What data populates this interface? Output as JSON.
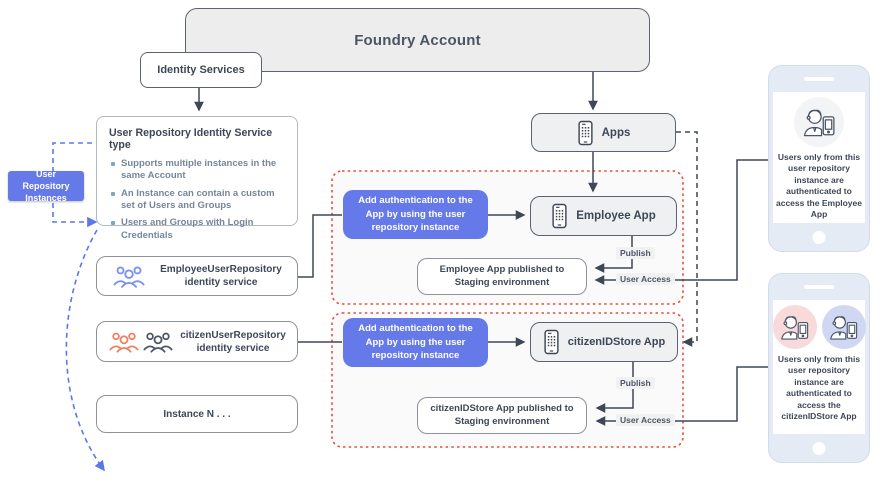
{
  "diagram": {
    "nodes": {
      "foundry_account": {
        "label": "Foundry Account"
      },
      "identity_services": {
        "label": "Identity Services"
      },
      "user_repo_type": {
        "title": "User Repository Identity Service type",
        "bullets": [
          "Supports multiple instances in the same Account",
          "An Instance can contain a custom set of Users and Groups",
          "Users and Groups with Login Credentials"
        ]
      },
      "user_repo_instances_tag": {
        "label": "User Repository Instances"
      },
      "apps": {
        "label": "Apps"
      },
      "employee_user_repository": {
        "label": "EmployeeUserRepository identity service"
      },
      "citizen_user_repository": {
        "label": "citizenUserRepository identity service"
      },
      "instance_n": {
        "label": "Instance N . . ."
      },
      "add_auth_employee": {
        "label": "Add authentication to the App by using the user repository instance"
      },
      "add_auth_citizen": {
        "label": "Add authentication to the App by using the user repository instance"
      },
      "employee_app": {
        "label": "Employee App"
      },
      "citizen_app": {
        "label": "citizenIDStore App"
      },
      "employee_published": {
        "label": "Employee App published to Staging environment"
      },
      "citizen_published": {
        "label": "citizenIDStore App published to Staging environment"
      },
      "phone_employee": {
        "text": "Users only from this user repository instance are authenticated to access the Employee App"
      },
      "phone_citizen": {
        "text": "Users only from this user repository instance are authenticated to access the citizenIDStore App"
      }
    },
    "edge_labels": {
      "publish_employee": "Publish",
      "user_access_employee": "User Access",
      "publish_citizen": "Publish",
      "user_access_citizen": "User Access"
    },
    "icons": {
      "smartphone": "smartphone-icon",
      "user_group_blue": "user-group-icon",
      "user_group_orange": "user-group-icon",
      "user_group_dark": "user-group-icon",
      "person_with_phone": "person-with-phone-icon"
    },
    "colors": {
      "accent_blue": "#6679e8",
      "dashed_blue": "#5b78e8",
      "dashed_red": "#e4503c",
      "line_dark": "#3e4756",
      "border_dark": "#5b6372",
      "box_gray": "#eef0f2",
      "bullet_teal": "#7fa8bc",
      "bullet_text": "#75879a",
      "phone_frame": "#e5ebf4",
      "avatar_gray": "#f3f4f6",
      "avatar_pink": "#f8dada",
      "avatar_lavender": "#cfd7f3"
    }
  }
}
